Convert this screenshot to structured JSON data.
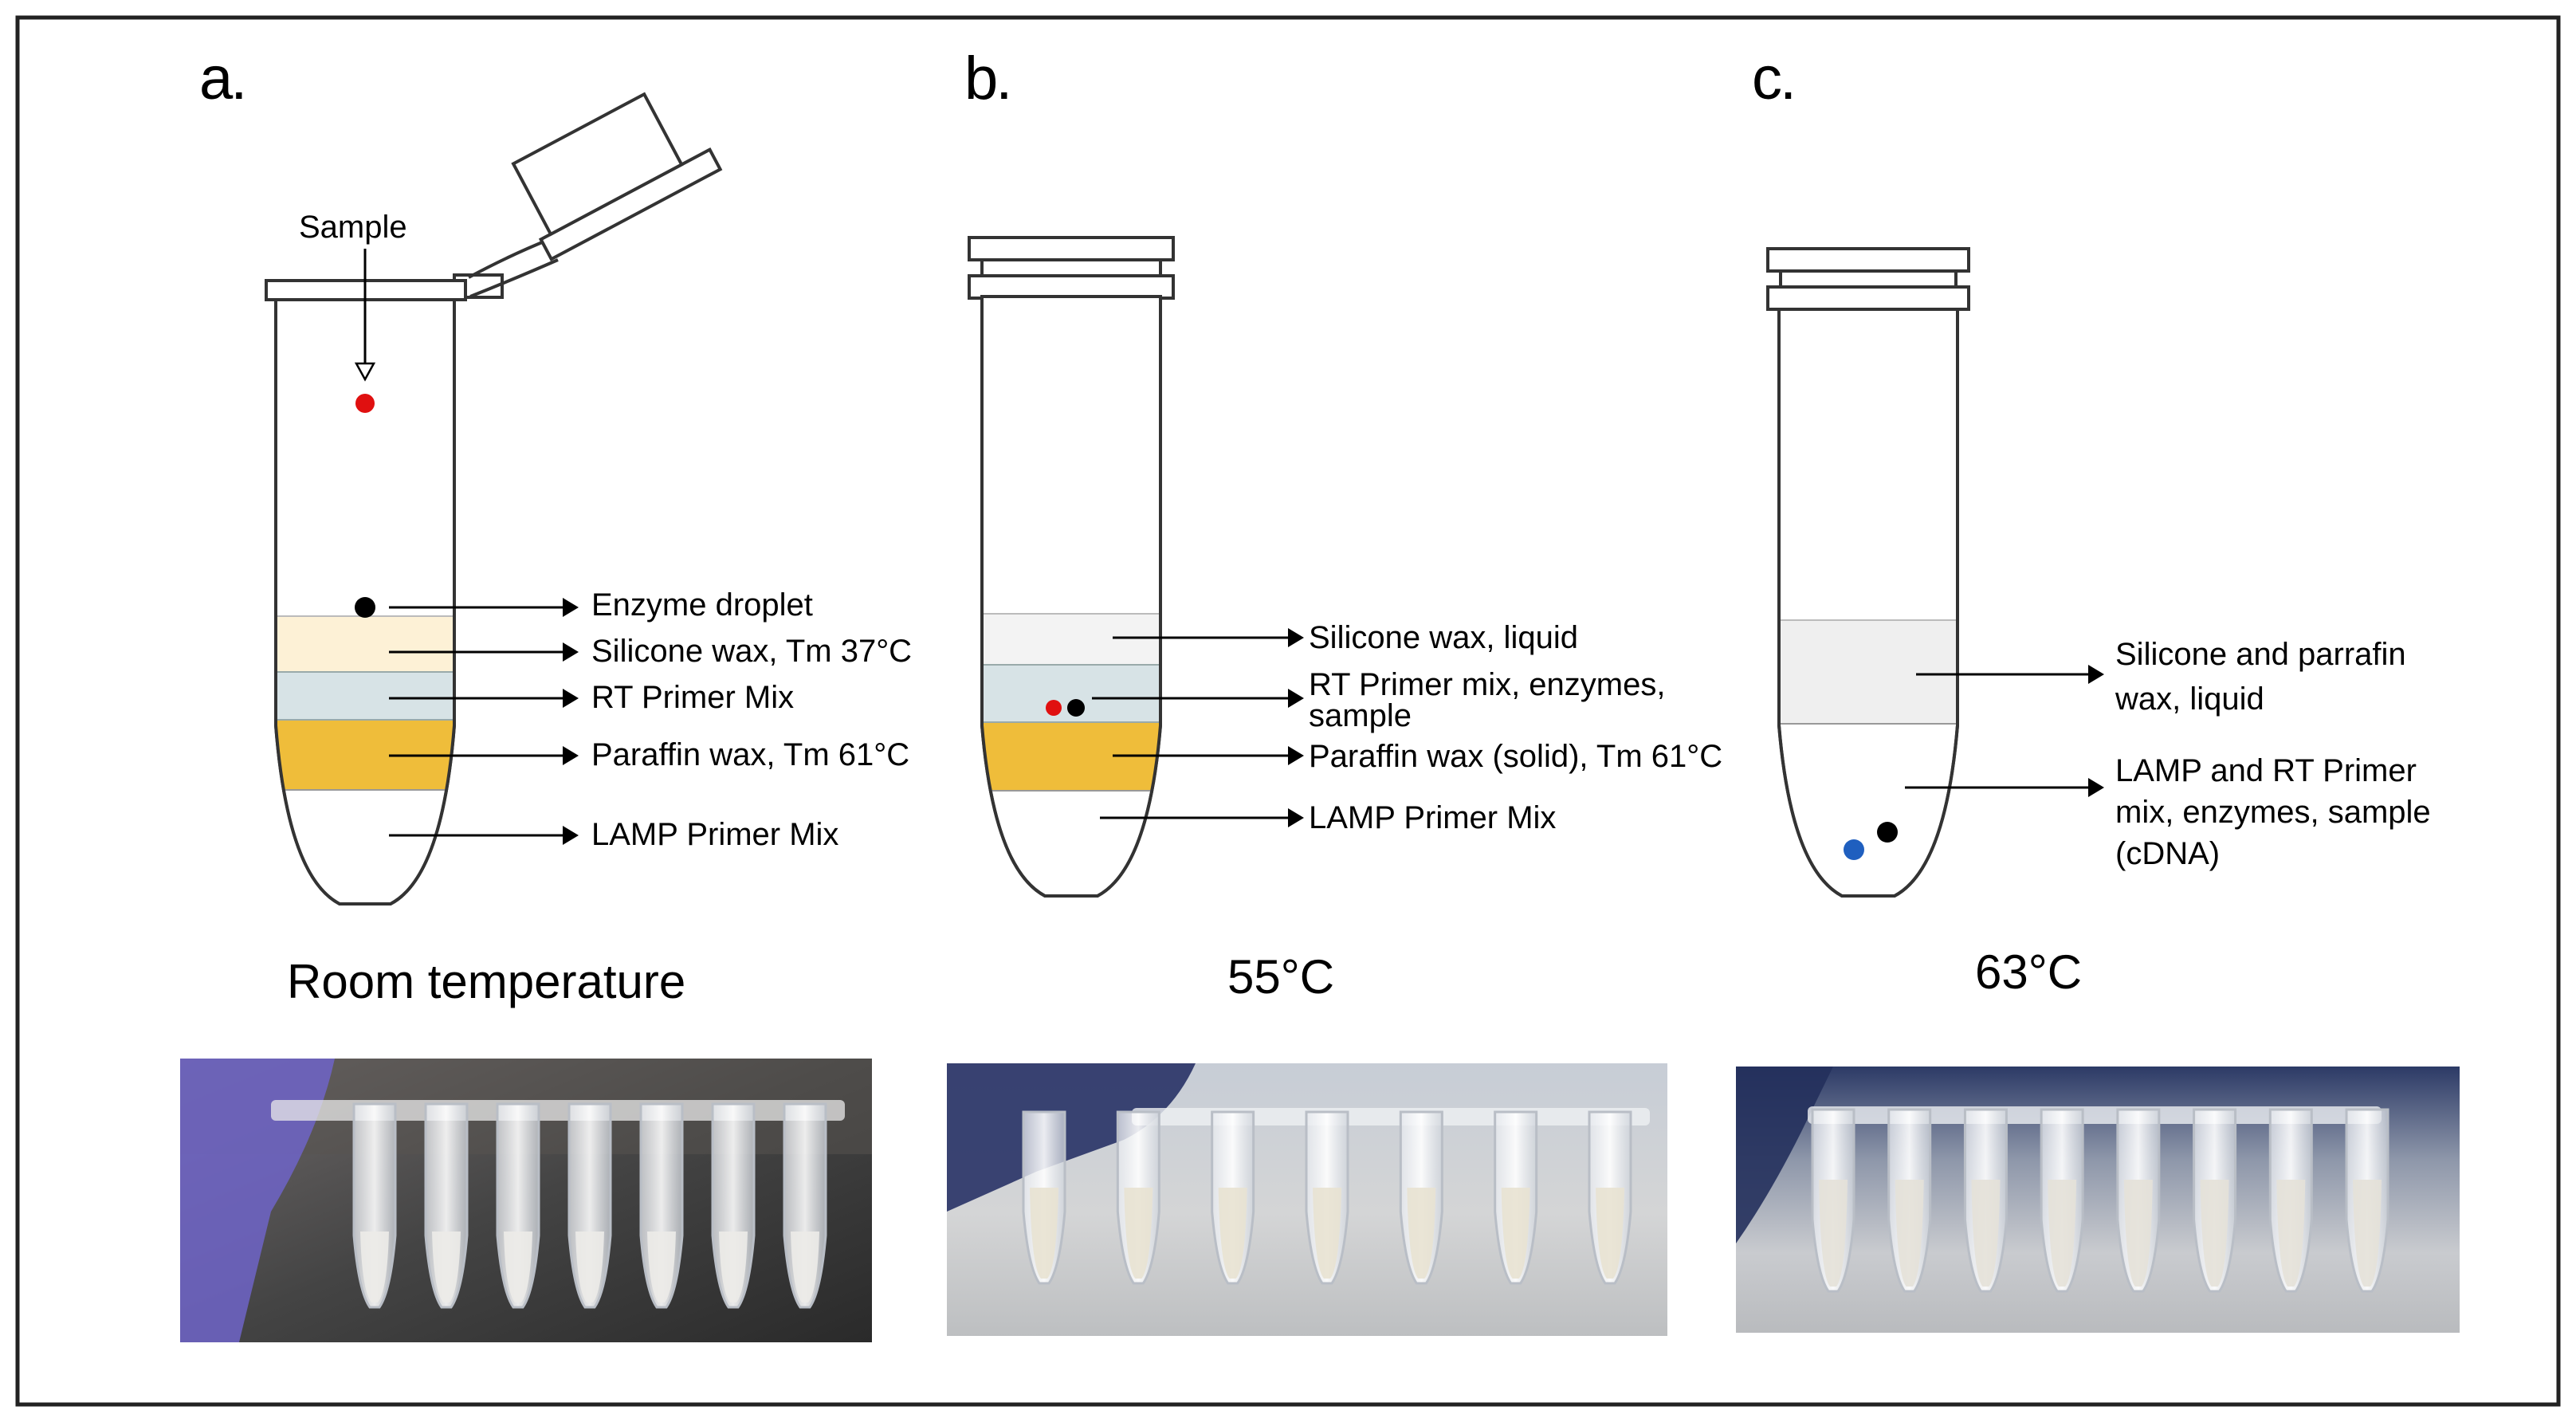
{
  "panels": [
    {
      "label": "a.",
      "temperature": "Room temperature",
      "sample_label": "Sample",
      "annotations": [
        "Enzyme droplet",
        "Silicone wax, Tm 37°C",
        "RT Primer Mix",
        "Paraffin wax, Tm 61°C",
        "LAMP Primer Mix"
      ],
      "layer_colors": {
        "silicone": "#fdf1d6",
        "rt_mix": "#d7e3e6",
        "paraffin": "#efbd3a",
        "lamp": "#ffffff"
      }
    },
    {
      "label": "b.",
      "temperature": "55°C",
      "annotations": [
        "Silicone wax, liquid",
        "RT Primer mix, enzymes,",
        "sample",
        "Paraffin wax (solid), Tm 61°C",
        "LAMP Primer Mix"
      ],
      "layer_colors": {
        "silicone": "#f3f3f3",
        "rt_mix": "#d7e3e6",
        "paraffin": "#efbd3a",
        "lamp": "#ffffff"
      }
    },
    {
      "label": "c.",
      "temperature": "63°C",
      "annotations": [
        "Silicone and parrafin",
        "wax, liquid",
        "LAMP and RT Primer",
        "mix, enzymes, sample",
        "(cDNA)"
      ],
      "layer_colors": {
        "wax": "#efefef",
        "mix": "#ffffff"
      }
    }
  ],
  "colors": {
    "sample_dot": "#e01010",
    "enzyme_dot": "#000000",
    "product_dot": "#1f5fbf",
    "frame": "#222222"
  },
  "photos": [
    {
      "name": "room-temperature-photo",
      "tube_count": 7
    },
    {
      "name": "55c-photo",
      "tube_count": 7
    },
    {
      "name": "63c-photo",
      "tube_count": 8
    }
  ]
}
